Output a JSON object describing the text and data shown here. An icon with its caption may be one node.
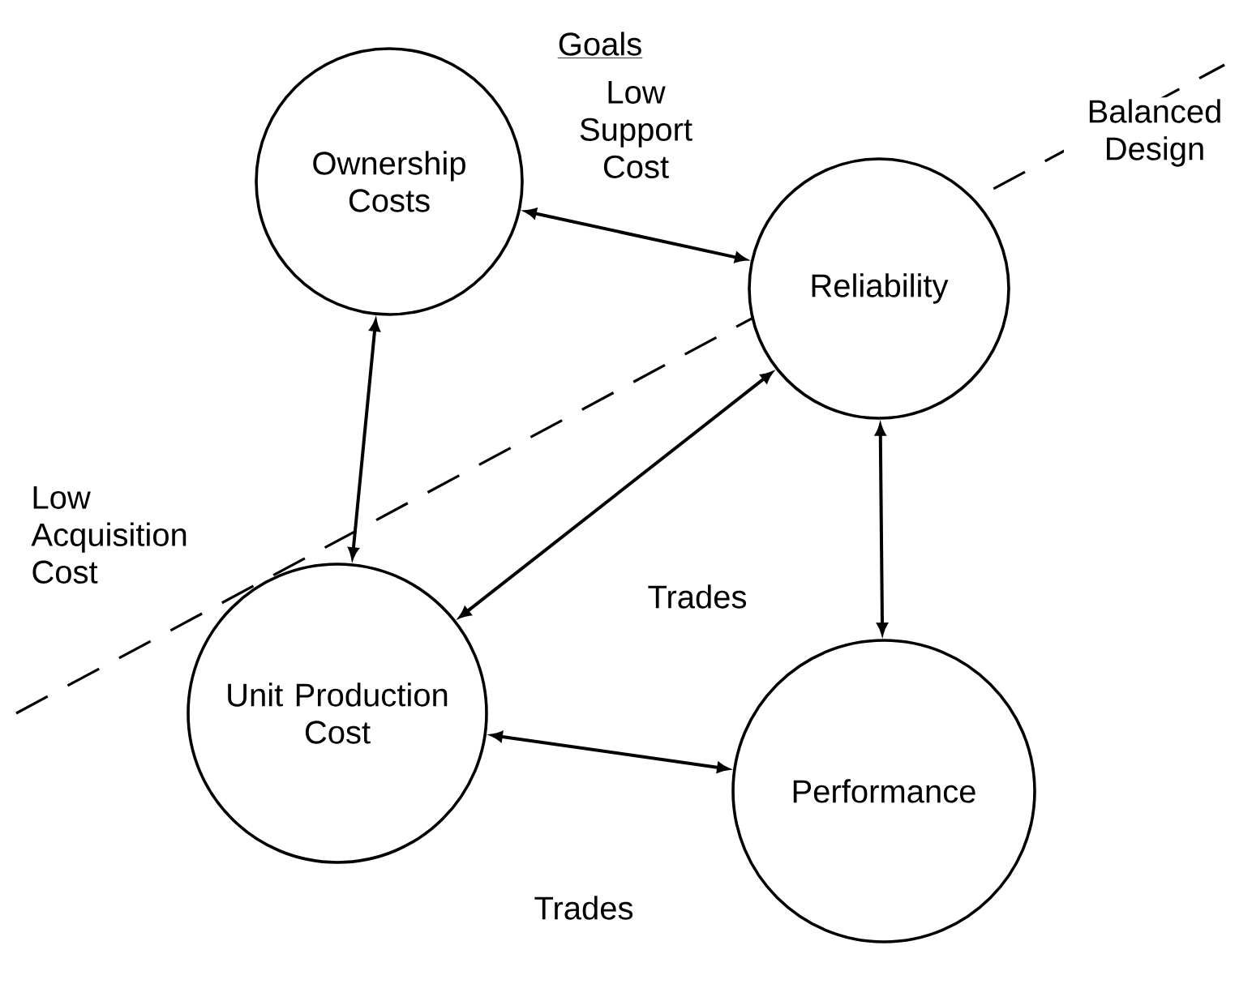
{
  "diagram": {
    "title": "Goals",
    "nodes": [
      {
        "text": [
          "Ownership Costs"
        ]
      },
      {
        "text": [
          "Reliability"
        ]
      },
      {
        "text": [
          "Unit Production Cost"
        ]
      },
      {
        "text": [
          "Performance"
        ]
      }
    ],
    "edges": [
      {
        "from": 0,
        "to": 1,
        "arrow": "both"
      },
      {
        "from": 0,
        "to": 2,
        "arrow": "both"
      },
      {
        "from": 1,
        "to": 2,
        "arrow": "both"
      },
      {
        "from": 1,
        "to": 3,
        "arrow": "both"
      },
      {
        "from": 2,
        "to": 3,
        "arrow": "both"
      }
    ],
    "labels": [
      "Low Support Cost",
      "Balanced Design",
      "Low Acquisition Cost",
      "Trades",
      "Trades"
    ]
  }
}
